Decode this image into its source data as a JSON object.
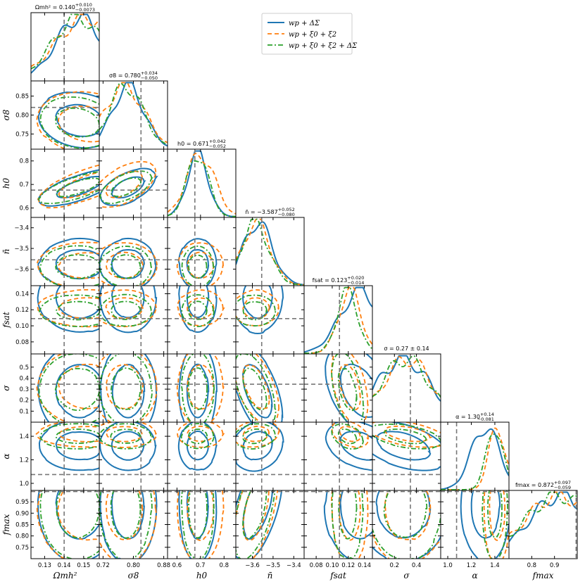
{
  "chart_data": {
    "type": "corner",
    "parameters": [
      {
        "key": "omh2",
        "label": "Ωmh²",
        "range": [
          0.123,
          0.158
        ],
        "truth": 0.14,
        "ticks": [
          {
            "v": 0.13,
            "t": "0.13"
          },
          {
            "v": 0.14,
            "t": "0.14"
          },
          {
            "v": 0.15,
            "t": "0.15"
          }
        ],
        "header": {
          "main": "Ωmh² = 0.140",
          "sup": "+0.010",
          "sub": "−0.0073"
        }
      },
      {
        "key": "sigma8",
        "label": "σ8",
        "range": [
          0.71,
          0.89
        ],
        "truth": 0.82,
        "ticks": [
          {
            "v": 0.72,
            "t": "0.72"
          },
          {
            "v": 0.8,
            "t": "0.80"
          },
          {
            "v": 0.88,
            "t": "0.88"
          }
        ],
        "yticks": [
          {
            "v": 0.75,
            "t": "0.75"
          },
          {
            "v": 0.8,
            "t": "0.80"
          },
          {
            "v": 0.85,
            "t": "0.85"
          }
        ],
        "header": {
          "main": "σ8 = 0.780",
          "sup": "+0.034",
          "sub": "−0.050"
        }
      },
      {
        "key": "h0",
        "label": "h0",
        "range": [
          0.56,
          0.85
        ],
        "truth": 0.676,
        "ticks": [
          {
            "v": 0.6,
            "t": "0.6"
          },
          {
            "v": 0.7,
            "t": "0.7"
          },
          {
            "v": 0.8,
            "t": "0.8"
          }
        ],
        "header": {
          "main": "h0 = 0.671",
          "sup": "+0.042",
          "sub": "−0.052"
        }
      },
      {
        "key": "nbar",
        "label": "n̄",
        "range": [
          -3.68,
          -3.35
        ],
        "truth": -3.555,
        "ticks": [
          {
            "v": -3.6,
            "t": "−3.6"
          },
          {
            "v": -3.5,
            "t": "−3.5"
          },
          {
            "v": -3.4,
            "t": "−3.4"
          }
        ],
        "header": {
          "main": "n̄ = −3.587",
          "sup": "+0.052",
          "sub": "−0.080"
        }
      },
      {
        "key": "fsat",
        "label": "fsat",
        "range": [
          0.065,
          0.15
        ],
        "truth": 0.109,
        "ticks": [
          {
            "v": 0.08,
            "t": "0.08"
          },
          {
            "v": 0.1,
            "t": "0.10"
          },
          {
            "v": 0.12,
            "t": "0.12"
          },
          {
            "v": 0.14,
            "t": "0.14"
          }
        ],
        "yticks": [
          {
            "v": 0.08,
            "t": "0.08"
          },
          {
            "v": 0.1,
            "t": "0.10"
          },
          {
            "v": 0.12,
            "t": "0.12"
          },
          {
            "v": 0.14,
            "t": "0.14"
          }
        ],
        "header": {
          "main": "fsat = 0.123",
          "sup": "+0.020",
          "sub": "−0.014"
        }
      },
      {
        "key": "sig",
        "label": "σ",
        "range": [
          0.0,
          0.62
        ],
        "truth": 0.345,
        "ticks": [
          {
            "v": 0.2,
            "t": "0.2"
          },
          {
            "v": 0.4,
            "t": "0.4"
          }
        ],
        "yticks": [
          {
            "v": 0.1,
            "t": "0.1"
          },
          {
            "v": 0.2,
            "t": "0.2"
          },
          {
            "v": 0.3,
            "t": "0.3"
          },
          {
            "v": 0.4,
            "t": "0.4"
          },
          {
            "v": 0.5,
            "t": "0.5"
          }
        ],
        "header": {
          "main": "σ = 0.27 ± 0.14",
          "sup": "",
          "sub": ""
        }
      },
      {
        "key": "alpha",
        "label": "α",
        "range": [
          0.94,
          1.52
        ],
        "truth": 1.075,
        "ticks": [
          {
            "v": 1.0,
            "t": "1.0"
          },
          {
            "v": 1.2,
            "t": "1.2"
          },
          {
            "v": 1.4,
            "t": "1.4"
          }
        ],
        "header": {
          "main": "α = 1.30",
          "sup": "+0.14",
          "sub": "−0.081"
        }
      },
      {
        "key": "fmax",
        "label": "fmax",
        "range": [
          0.7,
          1.0
        ],
        "truth": 0.995,
        "ticks": [
          {
            "v": 0.8,
            "t": "0.8"
          },
          {
            "v": 0.9,
            "t": "0.9"
          }
        ],
        "yticks": [
          {
            "v": 0.75,
            "t": "0.75"
          },
          {
            "v": 0.8,
            "t": "0.80"
          },
          {
            "v": 0.85,
            "t": "0.85"
          },
          {
            "v": 0.9,
            "t": "0.90"
          },
          {
            "v": 0.95,
            "t": "0.95"
          }
        ],
        "header": {
          "main": "fmax = 0.872",
          "sup": "+0.097",
          "sub": "−0.059"
        }
      }
    ],
    "series": [
      {
        "name": "wp + ΔΣ",
        "color": "#1f77b4",
        "dash": "",
        "width": 2,
        "marginal_peaks": [
          0.148,
          0.786,
          0.688,
          -3.575,
          0.135,
          0.28,
          1.32,
          0.93
        ],
        "marginal_widths": [
          0.012,
          0.042,
          0.045,
          0.07,
          0.025,
          0.24,
          0.12,
          0.14
        ],
        "contour_shrink": 1.0
      },
      {
        "name": "wp + ξ0 + ξ2",
        "color": "#ff7f0e",
        "dash": "6,4",
        "width": 1.8,
        "marginal_peaks": [
          0.152,
          0.776,
          0.7,
          -3.582,
          0.122,
          0.32,
          1.42,
          0.92
        ],
        "marginal_widths": [
          0.016,
          0.052,
          0.06,
          0.068,
          0.014,
          0.22,
          0.07,
          0.15
        ],
        "contour_shrink": 0.92
      },
      {
        "name": "wp + ξ0 + ξ2 + ΔΣ",
        "color": "#2ca02c",
        "dash": "7,3,2,3",
        "width": 1.8,
        "marginal_peaks": [
          0.147,
          0.78,
          0.688,
          -3.588,
          0.119,
          0.3,
          1.4,
          0.92
        ],
        "marginal_widths": [
          0.013,
          0.045,
          0.045,
          0.066,
          0.013,
          0.22,
          0.07,
          0.15
        ],
        "contour_shrink": 0.86
      }
    ],
    "legend_position": "top-right"
  }
}
